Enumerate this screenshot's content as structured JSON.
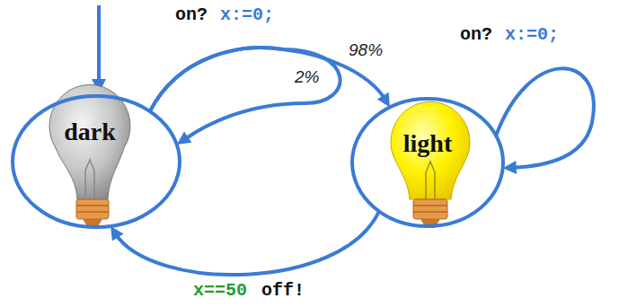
{
  "diagram": {
    "nodes": [
      {
        "text": [
          "dark"
        ]
      },
      {
        "text": [
          "light"
        ]
      }
    ],
    "edges": [
      {
        "from": 0,
        "to": 1,
        "arrow": "to",
        "label": "98%"
      },
      {
        "from": 0,
        "to": 0,
        "arrow": "to",
        "label": "2%"
      },
      {
        "from": 1,
        "to": 1,
        "arrow": "to"
      },
      {
        "from": 1,
        "to": 0,
        "arrow": "to"
      }
    ],
    "labels": [
      "on?",
      "x:=0;",
      "on?",
      "x:=0;",
      "x==50",
      "off!"
    ]
  }
}
